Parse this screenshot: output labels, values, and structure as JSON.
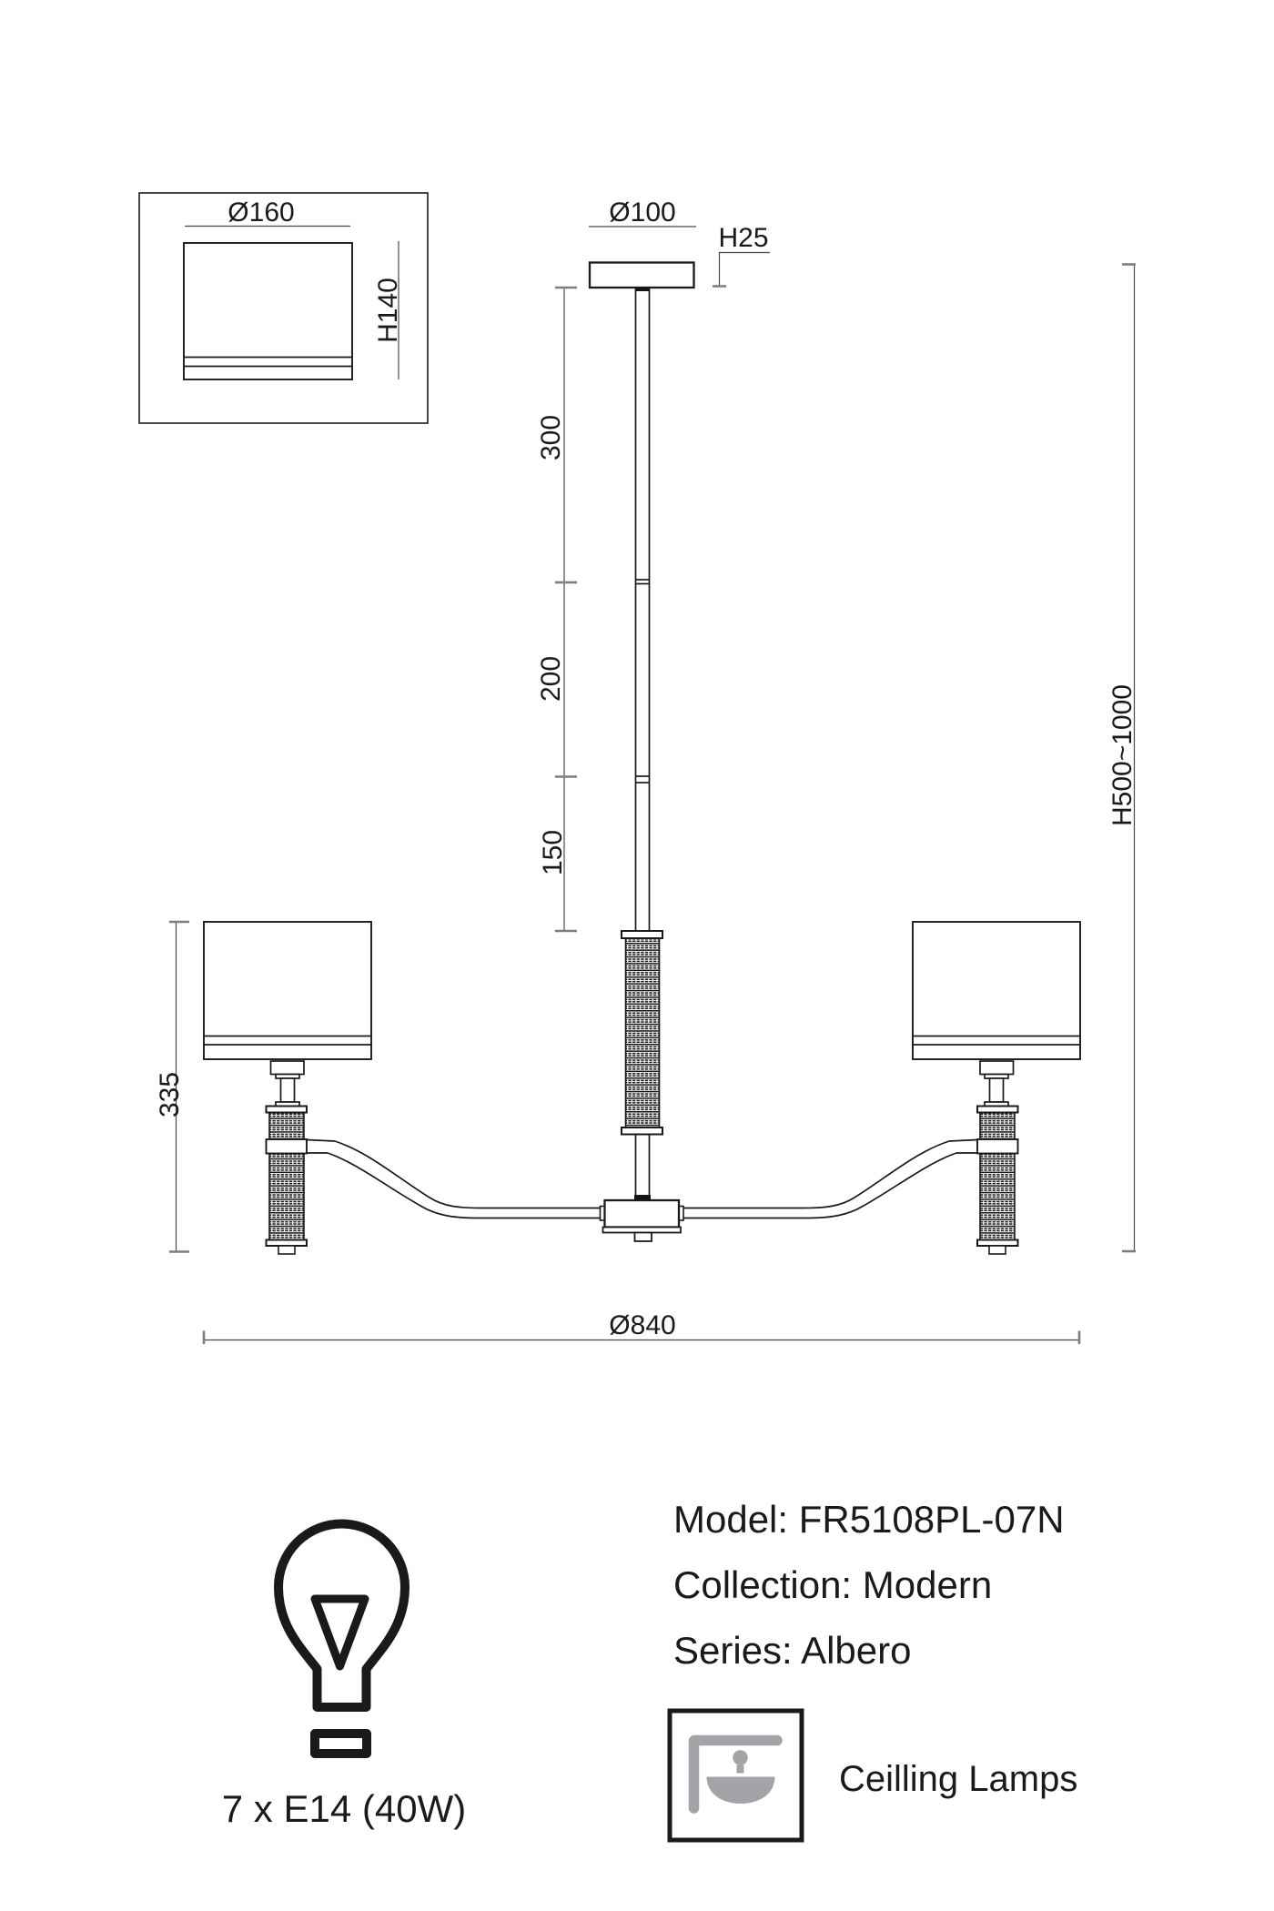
{
  "detail_view": {
    "diameter_label": "Ø160",
    "height_label": "H140"
  },
  "main_view": {
    "canopy_diameter_label": "Ø100",
    "canopy_height_label": "H25",
    "rod_segment_labels": [
      "300",
      "200",
      "150"
    ],
    "fixture_height_label": "335",
    "overall_height_label": "H500~1000",
    "overall_diameter_label": "Ø840"
  },
  "specs": {
    "model": "Model: FR5108PL-07N",
    "collection": "Collection: Modern",
    "series": "Series: Albero",
    "lamp_count": "7 x E14 (40W)",
    "category_label": "Ceilling Lamps"
  },
  "colors": {
    "line": "#1a1a1a",
    "dim_line": "#4a4a4a",
    "tick": "#7d7d7d",
    "icon_gray": "#a3a4a7",
    "background": "#ffffff"
  }
}
